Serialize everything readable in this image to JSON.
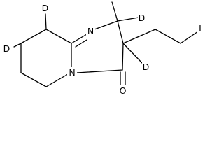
{
  "molecule": {
    "labels": {
      "n_imine": "N",
      "n_amide": "N",
      "o_carbonyl": "O",
      "iodine": "I",
      "d_c2": "D",
      "d_c3": "D",
      "d_c9": "D",
      "d_c8": "D"
    },
    "colors": {
      "bond": "#000000",
      "text": "#000000",
      "background": "#ffffff"
    }
  }
}
